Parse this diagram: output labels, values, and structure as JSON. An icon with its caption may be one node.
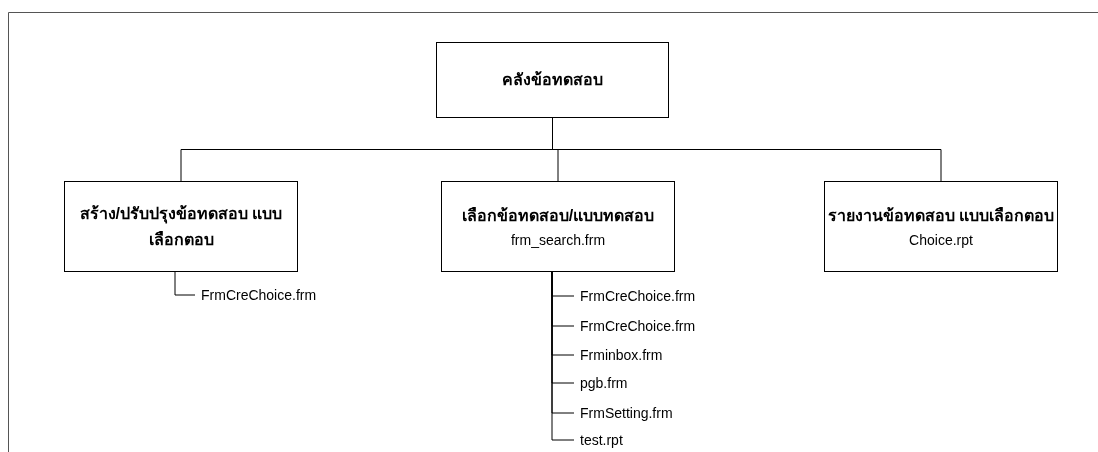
{
  "diagram": {
    "nodes": [
      {
        "text": [
          "คลังข้อทดสอบ"
        ]
      },
      {
        "text": [
          "สร้าง/ปรับปรุงข้อทดสอบ แบบเลือกตอบ"
        ]
      },
      {
        "text": [
          "เลือกข้อทดสอบ/แบบทดสอบ",
          "frm_search.frm"
        ]
      },
      {
        "text": [
          "รายงานข้อทดสอบ แบบเลือกตอบ",
          "Choice.rpt"
        ]
      },
      {
        "text": [
          "FrmCreChoice.frm"
        ]
      },
      {
        "text": [
          "FrmCreChoice.frm"
        ]
      },
      {
        "text": [
          "FrmCreChoice.frm"
        ]
      },
      {
        "text": [
          "Frminbox.frm"
        ]
      },
      {
        "text": [
          "pgb.frm"
        ]
      },
      {
        "text": [
          "FrmSetting.frm"
        ]
      },
      {
        "text": [
          "test.rpt"
        ]
      }
    ],
    "edges": [
      {
        "from": 0,
        "to": 1,
        "arrow": "none"
      },
      {
        "from": 0,
        "to": 2,
        "arrow": "none"
      },
      {
        "from": 0,
        "to": 3,
        "arrow": "none"
      },
      {
        "from": 1,
        "to": 4,
        "arrow": "none"
      },
      {
        "from": 2,
        "to": 5,
        "arrow": "none"
      },
      {
        "from": 2,
        "to": 6,
        "arrow": "none"
      },
      {
        "from": 2,
        "to": 7,
        "arrow": "none"
      },
      {
        "from": 2,
        "to": 8,
        "arrow": "none"
      },
      {
        "from": 2,
        "to": 9,
        "arrow": "none"
      },
      {
        "from": 2,
        "to": 10,
        "arrow": "none"
      }
    ]
  }
}
